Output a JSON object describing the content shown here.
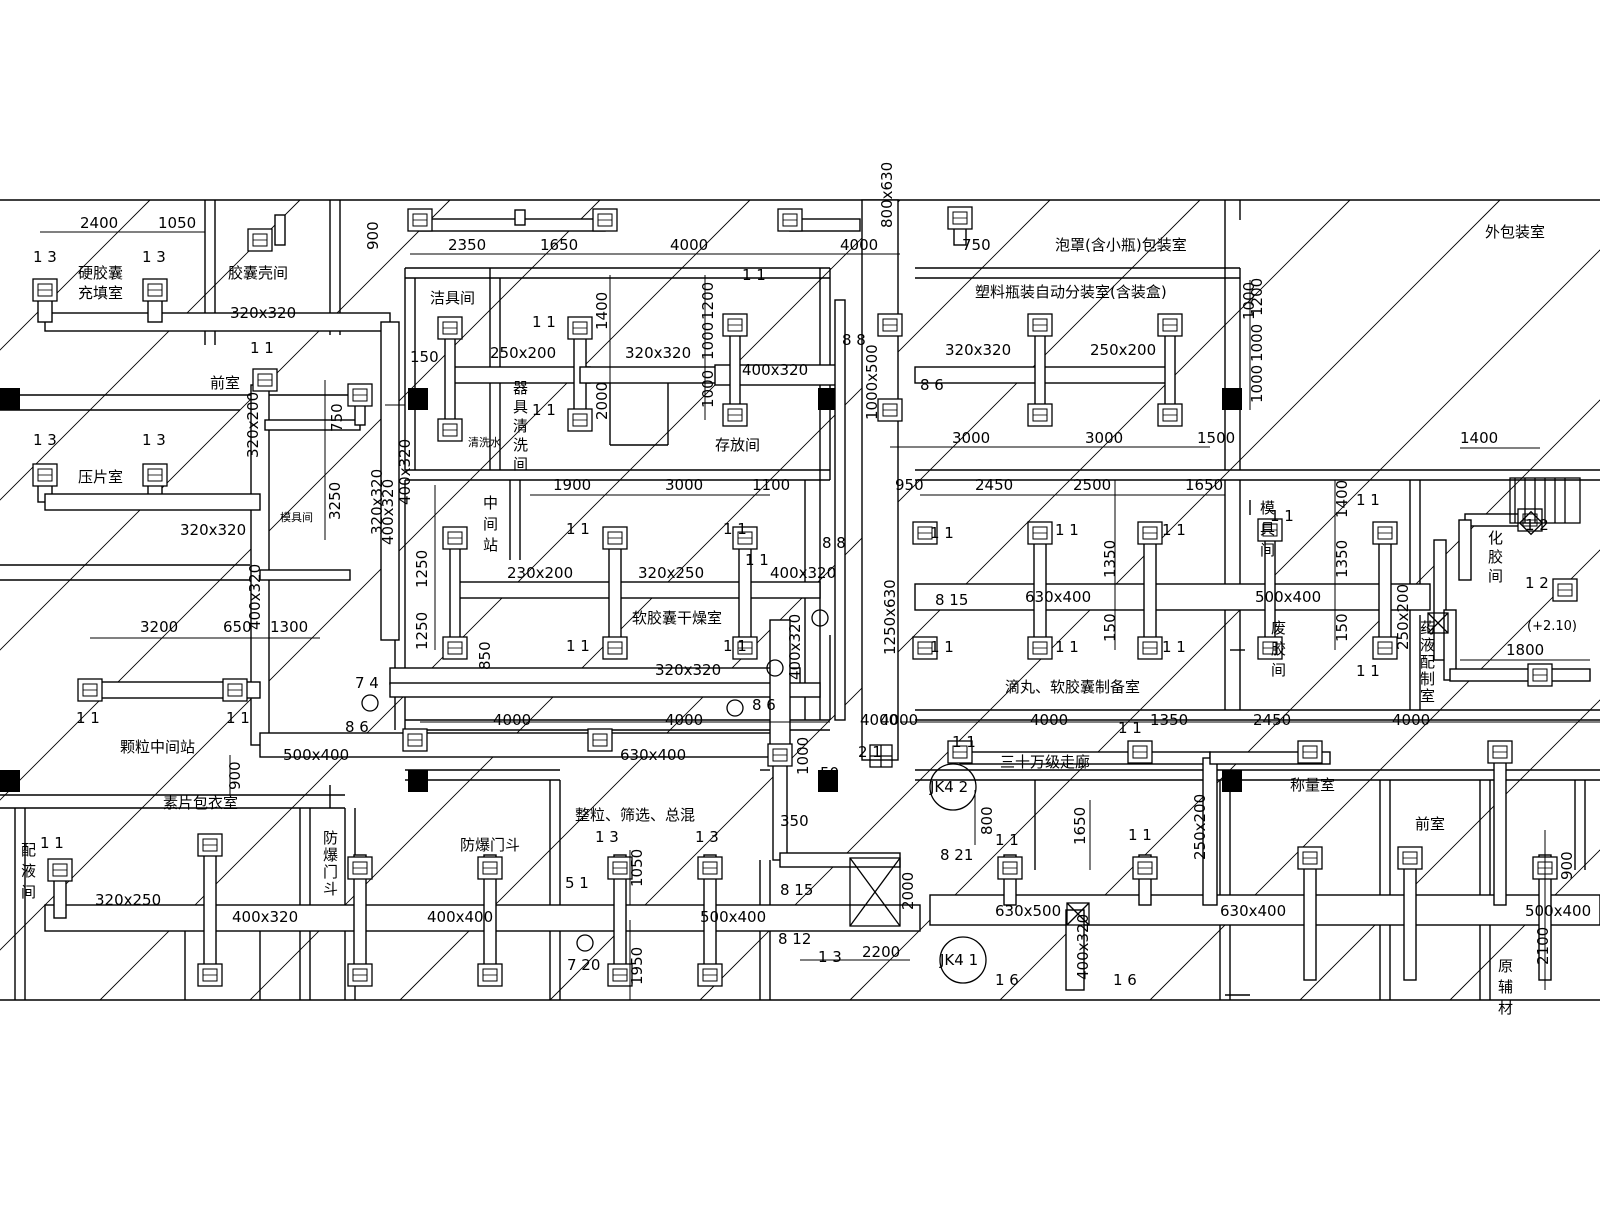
{
  "rooms": [
    {
      "id": "r1",
      "text": "硬胶囊"
    },
    {
      "id": "r2",
      "text": "充填室"
    },
    {
      "id": "r3",
      "text": "胶囊壳间"
    },
    {
      "id": "r4",
      "text": "洁具间"
    },
    {
      "id": "r5",
      "text": "泡罩(含小瓶)包装室"
    },
    {
      "id": "r6",
      "text": "外包装室"
    },
    {
      "id": "r7",
      "text": "塑料瓶装自动分装室(含装盒)"
    },
    {
      "id": "r8",
      "text": "前室"
    },
    {
      "id": "r9",
      "text": "压片室"
    },
    {
      "id": "r10",
      "text": "器具清洗间"
    },
    {
      "id": "r11",
      "text": "存放间"
    },
    {
      "id": "r12",
      "text": "模具间"
    },
    {
      "id": "r13",
      "text": "中间站"
    },
    {
      "id": "r14",
      "text": "软胶囊干燥室"
    },
    {
      "id": "r15",
      "text": "模具间"
    },
    {
      "id": "r16",
      "text": "化胶间"
    },
    {
      "id": "r17",
      "text": "废胶间"
    },
    {
      "id": "r18",
      "text": "药液配制室"
    },
    {
      "id": "r19",
      "text": "颗粒中间站"
    },
    {
      "id": "r20",
      "text": "滴丸、软胶囊制备室"
    },
    {
      "id": "r21",
      "text": "三十万级走廊"
    },
    {
      "id": "r22",
      "text": "配液间"
    },
    {
      "id": "r23",
      "text": "素片包衣室"
    },
    {
      "id": "r24",
      "text": "防爆门斗"
    },
    {
      "id": "r25",
      "text": "防爆门斗"
    },
    {
      "id": "r26",
      "text": "整粒、筛选、总混"
    },
    {
      "id": "r27",
      "text": "称量室"
    },
    {
      "id": "r28",
      "text": "前室"
    },
    {
      "id": "r29",
      "text": "原辅材"
    }
  ],
  "duct_sizes": [
    "320x320",
    "320x200",
    "320x320",
    "400x320",
    "320x320",
    "250x200",
    "320x320",
    "400x320",
    "320x320",
    "250x200",
    "230x200",
    "320x250",
    "400x320",
    "630x400",
    "500x400",
    "400x320",
    "500x400",
    "630x400",
    "320x320",
    "400x320",
    "400x320",
    "1250x630",
    "1000x500",
    "800x630",
    "320x250",
    "400x320",
    "400x400",
    "500x400",
    "630x500",
    "630x400",
    "500x400",
    "250x200",
    "400x320",
    "250x200"
  ],
  "dimensions": [
    "2400",
    "1050",
    "900",
    "2350",
    "1650",
    "4000",
    "4000",
    "750",
    "1400",
    "1200",
    "1000",
    "2000",
    "1000",
    "1000",
    "3250",
    "750",
    "150",
    "3000",
    "3000",
    "1500",
    "1000",
    "1200",
    "1000",
    "1400",
    "1900",
    "3000",
    "1100",
    "950",
    "2450",
    "2500",
    "1650",
    "1400",
    "1350",
    "1250",
    "1250",
    "850",
    "1350",
    "150",
    "150",
    "3200",
    "650",
    "1300",
    "4000",
    "4000",
    "4000",
    "4000",
    "1350",
    "2450",
    "4000",
    "1800",
    "900",
    "1000",
    "350",
    "50",
    "800",
    "1650",
    "2000",
    "1050",
    "1950",
    "2200",
    "900",
    "2100",
    "4000"
  ],
  "tags": [
    "1 3",
    "1 3",
    "1 1",
    "1 1",
    "1 1",
    "1 1",
    "1 3",
    "1 3",
    "8 8",
    "8 6",
    "1 1",
    "8 8",
    "1 1",
    "1 1",
    "1 1",
    "1 1",
    "1 1",
    "1 1",
    "1 1",
    "1 1",
    "8 15",
    "1 1",
    "1 1",
    "1 1",
    "1 1",
    "1 1",
    "1 2",
    "1 2",
    "7 4",
    "8 6",
    "8 6",
    "1 1",
    "1 1",
    "2 1",
    "1 1",
    "1 1",
    "1 1",
    "1 3",
    "1 3",
    "5 1",
    "7 20",
    "8 15",
    "8 12",
    "1 3",
    "8 21",
    "1 6",
    "1 6",
    "1 1",
    "1 1"
  ],
  "equipment_labels": [
    "JK4 2",
    "JK4 1"
  ],
  "elevation": "(+2.10)",
  "small_labels": [
    "模具间",
    "清洗水"
  ]
}
